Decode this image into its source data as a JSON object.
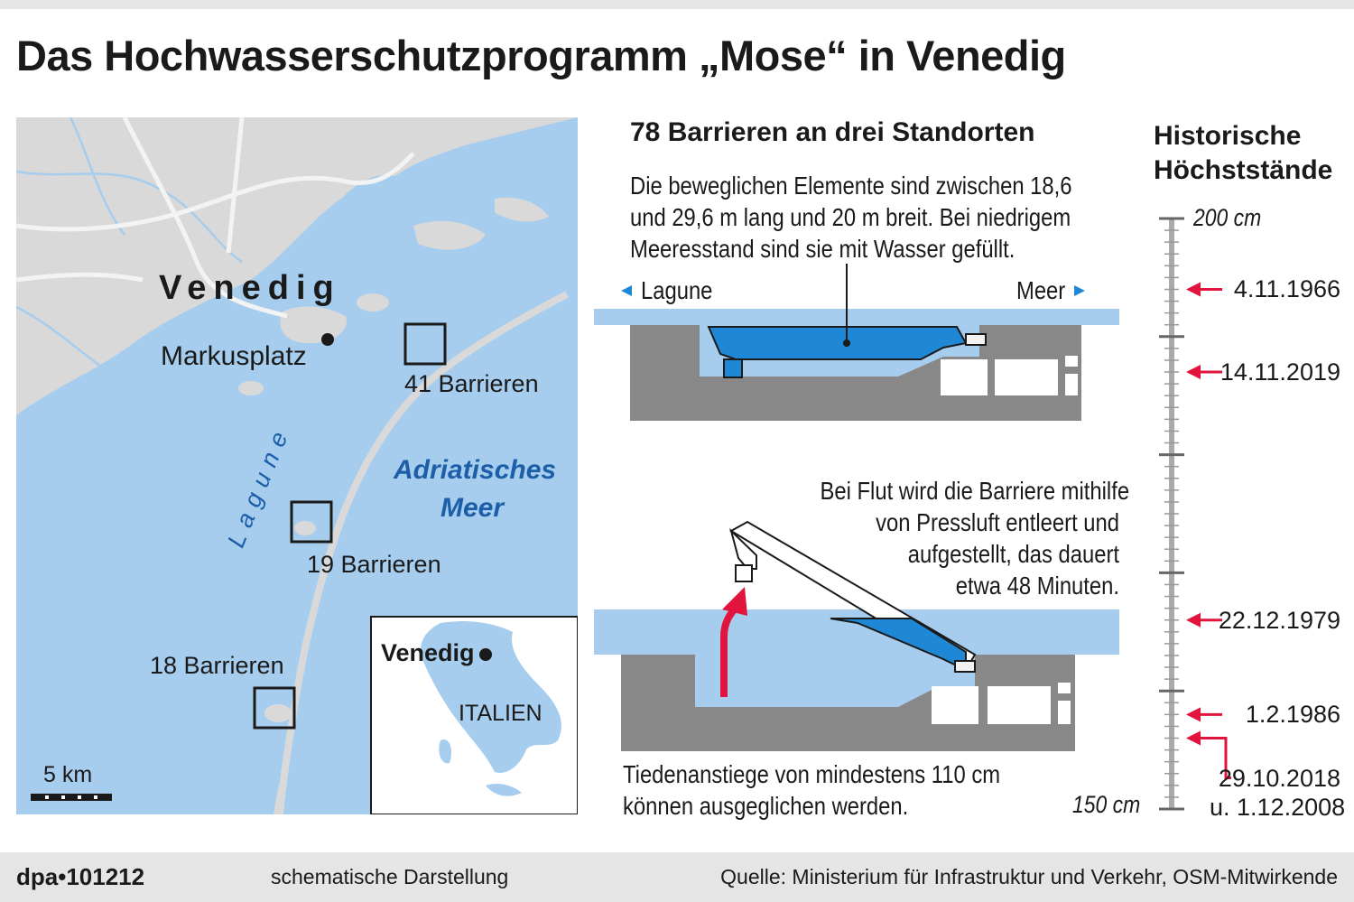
{
  "title": "Das Hochwasserschutzprogramm „Mose“ in Venedig",
  "map": {
    "city": "Venedig",
    "square": "Markusplatz",
    "lagoon": "Lagune",
    "sea_line1": "Adriatisches",
    "sea_line2": "Meer",
    "barriers": [
      "41 Barrieren",
      "19 Barrieren",
      "18 Barrieren"
    ],
    "scale_label": "5 km",
    "inset_city": "Venedig",
    "inset_country": "ITALIEN"
  },
  "diagram": {
    "heading": "78 Barrieren an drei Standorten",
    "desc_lines": [
      "Die beweglichen Elemente sind zwischen 18,6",
      "und 29,6 m lang und 20 m breit. Bei niedrigem",
      "Meeresstand sind sie mit Wasser gefüllt."
    ],
    "left_label": "Lagune",
    "right_label": "Meer",
    "flood_lines": [
      "Bei Flut wird die Barriere mithilfe",
      "von Pressluft entleert und",
      "aufgestellt, das dauert",
      "etwa 48 Minuten."
    ],
    "bottom_lines": [
      "Tiedenanstiege von mindestens 110 cm",
      "können ausgeglichen werden."
    ]
  },
  "scale": {
    "heading_line1": "Historische",
    "heading_line2": "Höchststände",
    "top_label": "200 cm",
    "bottom_label": "150 cm",
    "marks": [
      {
        "label": "4.11.1966",
        "level_cm": 194
      },
      {
        "label": "14.11.2019",
        "level_cm": 187
      },
      {
        "label": "22.12.1979",
        "level_cm": 166
      },
      {
        "label": "1.2.1986",
        "level_cm": 158
      },
      {
        "label": "29.10.2018",
        "label2": "u. 1.12.2008",
        "level_cm": 156
      }
    ]
  },
  "footer": {
    "agency": "dpa•101212",
    "note": "schematische Darstellung",
    "source": "Quelle: Ministerium für Infrastruktur und Verkehr, OSM-Mitwirkende"
  },
  "colors": {
    "water": "#a6cdee",
    "land": "#d8d8d8",
    "gate": "#1e88d6",
    "concrete": "#888888",
    "arrow_red": "#e0143c",
    "accent_blue": "#1c5fa8"
  }
}
